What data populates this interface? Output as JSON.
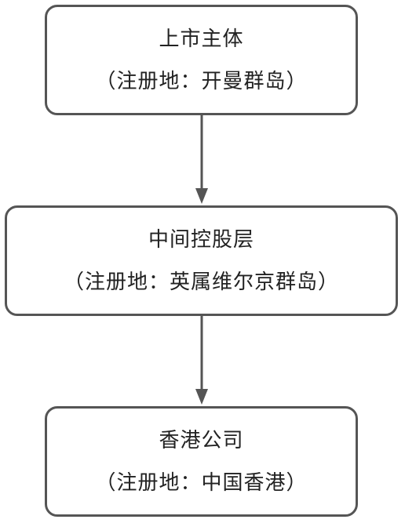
{
  "nodes": [
    {
      "title": "上市主体",
      "subtitle": "（注册地：开曼群岛）"
    },
    {
      "title": "中间控股层",
      "subtitle": "（注册地：英属维尔京群岛）"
    },
    {
      "title": "香港公司",
      "subtitle": "（注册地：中国香港）"
    }
  ],
  "colors": {
    "border": "#555555",
    "arrow": "#555555",
    "text": "#222222"
  }
}
